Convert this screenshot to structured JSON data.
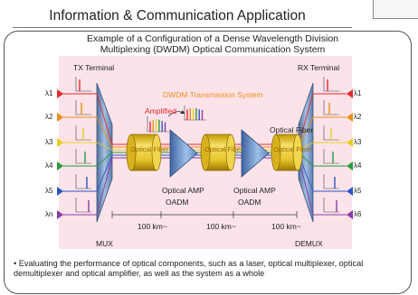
{
  "header": {
    "title": "Information & Communication Application"
  },
  "diagram": {
    "title_line1": "Example of a Configuration of a Dense Wavelength Division",
    "title_line2": "Multiplexing (DWDM) Optical Communication System",
    "tx_terminal": "TX Terminal",
    "rx_terminal": "RX Terminal",
    "system_label": "DWDM Transmission System",
    "amplified_label": "Amplified",
    "optical_fiber_label": "Optical Fiber",
    "fiber_label_1": "Optical Fiber",
    "fiber_label_2": "Optical Fiber",
    "fiber_label_3": "Optical Fiber",
    "amp1_label": "Optical AMP",
    "oadm1_label": "OADM",
    "amp2_label": "Optical AMP",
    "oadm2_label": "OADM",
    "mux_label": "MUX",
    "demux_label": "DEMUX",
    "distances": [
      "100 km~",
      "100 km~",
      "100 km~"
    ],
    "tx_lambdas": [
      "λ1",
      "λ2",
      "λ3",
      "λ4",
      "λ5",
      "λn"
    ],
    "rx_lambdas": [
      "λ1",
      "λ2",
      "λ3",
      "λ4",
      "λ5",
      "λ6"
    ],
    "channel_colors": [
      "#e8282c",
      "#ea8f1c",
      "#e6cf1a",
      "#2a9a3a",
      "#2a55c6",
      "#8a3aa6"
    ]
  },
  "note": {
    "bullet": "• Evaluating the performance of optical components, such as a laser, optical multiplexer, optical demultiplexer and optical amplifier, as well as the system as a whole"
  }
}
